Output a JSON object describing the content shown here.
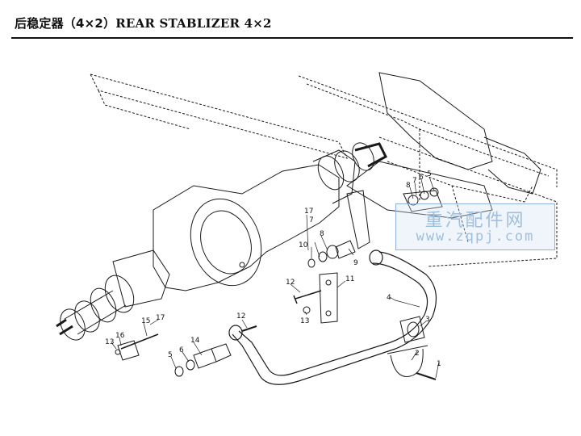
{
  "header": {
    "title_zh": "后稳定器（4×2）",
    "title_en": "REAR STABLIZER 4×2"
  },
  "watermark": {
    "name": "重汽配件网",
    "url": "www.zqpj.com"
  },
  "callouts": {
    "c1": "1",
    "c2": "2",
    "c3": "3",
    "c4": "4",
    "c5a": "5",
    "c6a": "6",
    "c7a": "7",
    "c8a": "8",
    "c5b": "5",
    "c6b": "6",
    "c14": "14",
    "c12a": "12",
    "c12b": "12",
    "c13a": "13",
    "c13b": "13",
    "c17a": "17",
    "c7b": "7",
    "c8b": "8",
    "c10": "10",
    "c9": "9",
    "c11": "11",
    "c17b": "17",
    "c15": "15",
    "c16": "16"
  },
  "colors": {
    "line": "#1a1a1a",
    "watermark": "#9ebfe0"
  }
}
